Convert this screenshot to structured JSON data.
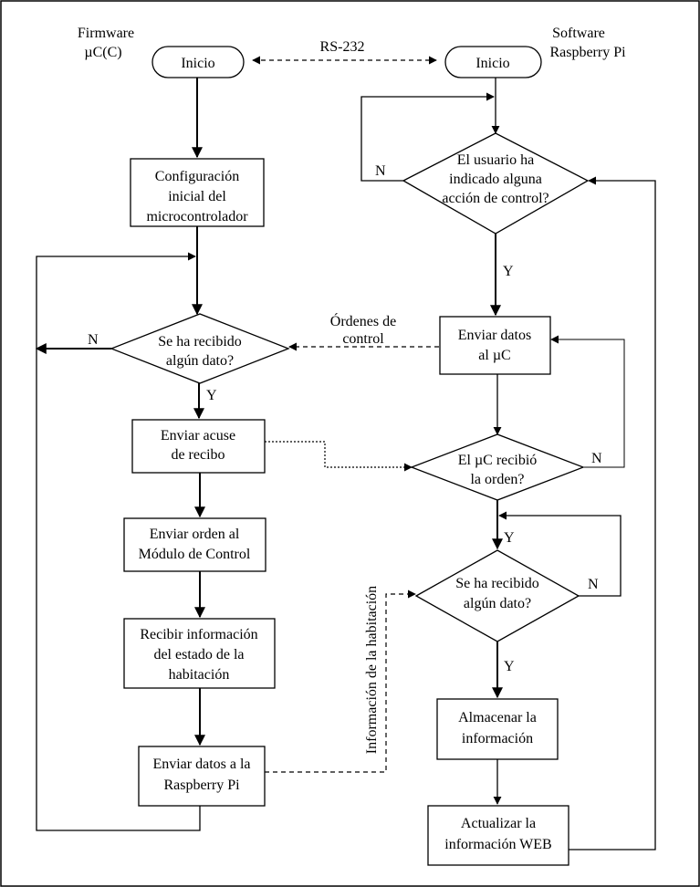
{
  "headers": {
    "firmware": [
      "Firmware",
      "µC(C)"
    ],
    "software": [
      "Software",
      "Raspberry Pi"
    ],
    "link": "RS-232"
  },
  "left": {
    "start": "Inicio",
    "config": [
      "Configuración",
      "inicial del",
      "microcontrolador"
    ],
    "decision_received": [
      "Se ha recibido",
      "algún dato?"
    ],
    "ack": [
      "Enviar acuse",
      "de recibo"
    ],
    "send_order": [
      "Enviar orden al",
      "Módulo de Control"
    ],
    "receive_info": [
      "Recibir información",
      "del estado de la",
      "habitación"
    ],
    "send_data": [
      "Enviar datos a la",
      "Raspberry Pi"
    ]
  },
  "right": {
    "start": "Inicio",
    "decision_user": [
      "El usuario ha",
      "indicado alguna",
      "acción de control?"
    ],
    "send_data": [
      "Enviar datos",
      "al µC"
    ],
    "decision_order": [
      "El µC recibió",
      "la orden?"
    ],
    "decision_received": [
      "Se ha recibido",
      "algún dato?"
    ],
    "store": [
      "Almacenar la",
      "información"
    ],
    "update": [
      "Actualizar la",
      "información WEB"
    ]
  },
  "labels": {
    "n": "N",
    "y": "Y",
    "orders": [
      "Órdenes de",
      "control"
    ],
    "room_info": "Información de la habitación"
  }
}
